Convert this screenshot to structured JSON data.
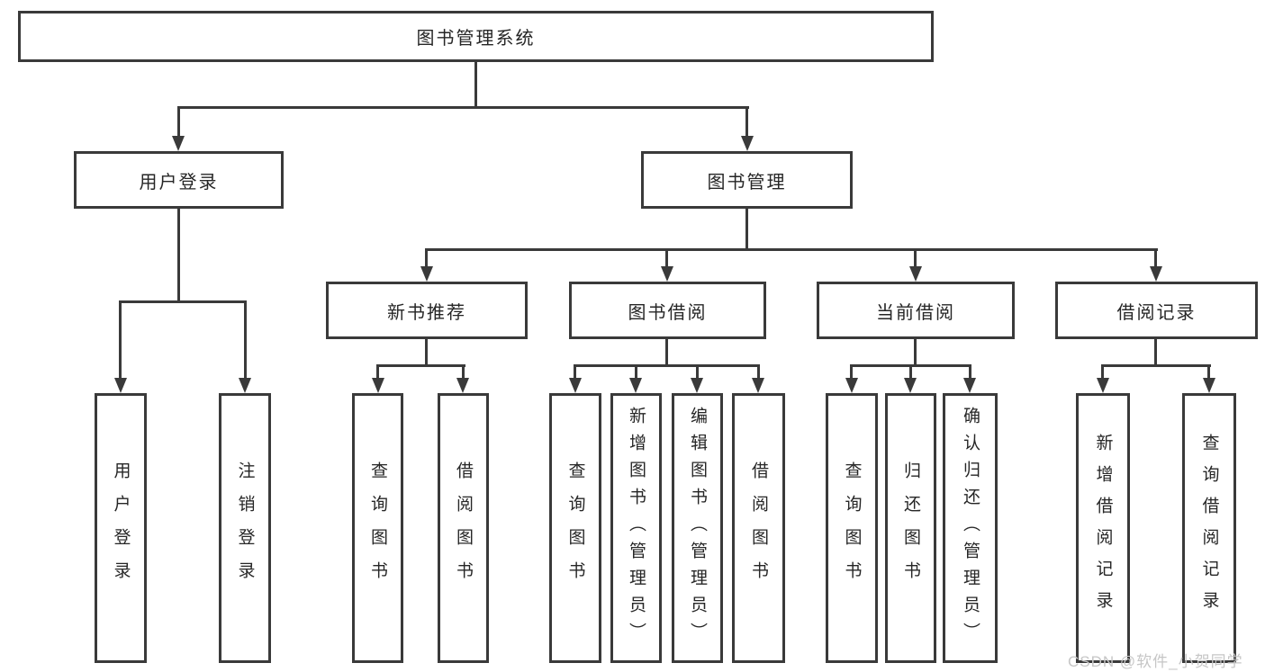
{
  "diagram_title": "图书管理系统",
  "tree": {
    "root": {
      "label": "图书管理系统"
    },
    "branches": [
      {
        "label": "用户登录",
        "children": [
          {
            "label": "用户登录"
          },
          {
            "label": "注销登录"
          }
        ]
      },
      {
        "label": "图书管理",
        "children": [
          {
            "label": "新书推荐",
            "children": [
              {
                "label": "查询图书"
              },
              {
                "label": "借阅图书"
              }
            ]
          },
          {
            "label": "图书借阅",
            "children": [
              {
                "label": "查询图书"
              },
              {
                "label": "新增图书（管理员）"
              },
              {
                "label": "编辑图书（管理员）"
              },
              {
                "label": "借阅图书"
              }
            ]
          },
          {
            "label": "当前借阅",
            "children": [
              {
                "label": "查询图书"
              },
              {
                "label": "归还图书"
              },
              {
                "label": "确认归还（管理员）"
              }
            ]
          },
          {
            "label": "借阅记录",
            "children": [
              {
                "label": "新增借阅记录"
              },
              {
                "label": "查询借阅记录"
              }
            ]
          }
        ]
      }
    ]
  },
  "watermark": {
    "text": "CSDN @软件_小贺同学"
  },
  "colors": {
    "line": "#3a3a3a",
    "box_border": "#3a3a3a",
    "text": "#262626",
    "background": "#ffffff",
    "watermark": "#c6c6c6"
  }
}
